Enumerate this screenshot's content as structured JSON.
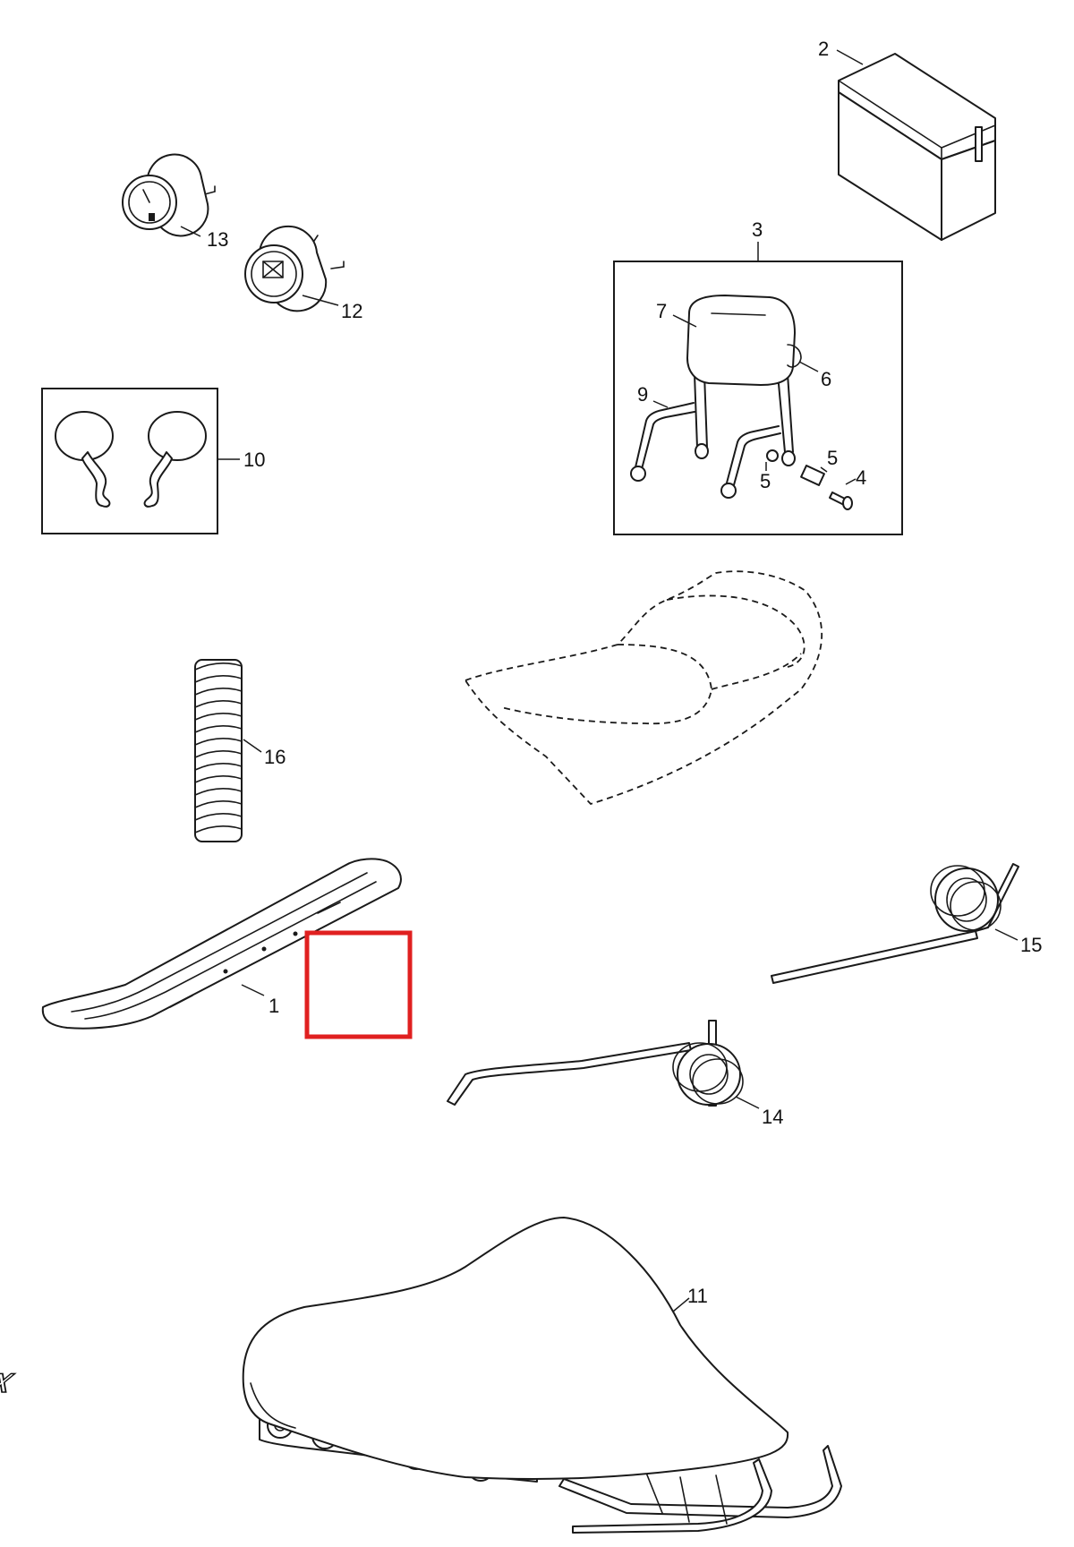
{
  "callouts": {
    "c1": "1",
    "c2": "2",
    "c3": "3",
    "c4": "4",
    "c5a": "5",
    "c5b": "5",
    "c6": "6",
    "c7": "7",
    "c9": "9",
    "c10": "10",
    "c11": "11",
    "c12": "12",
    "c13": "13",
    "c14": "14",
    "c15": "15",
    "c16": "16"
  },
  "brand_logo": "LYNX",
  "highlight": {
    "color": "#e02020"
  }
}
